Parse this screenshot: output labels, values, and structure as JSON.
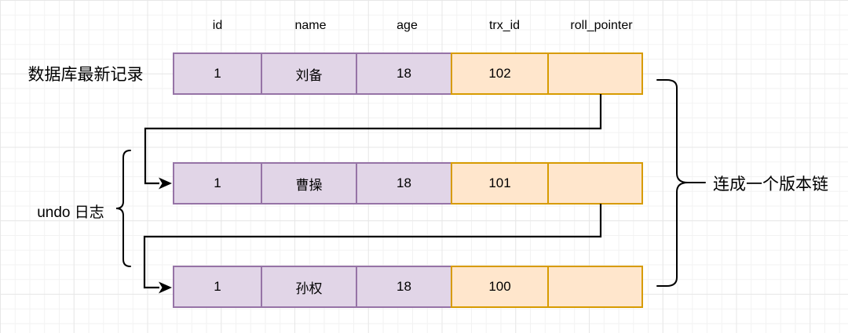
{
  "diagram": {
    "columns": [
      "id",
      "name",
      "age",
      "trx_id",
      "roll_pointer"
    ],
    "rows": [
      {
        "label": "数据库最新记录",
        "cells": [
          "1",
          "刘备",
          "18",
          "102",
          ""
        ]
      },
      {
        "label": "",
        "cells": [
          "1",
          "曹操",
          "18",
          "101",
          ""
        ]
      },
      {
        "label": "",
        "cells": [
          "1",
          "孙权",
          "18",
          "100",
          ""
        ]
      }
    ],
    "left_brace_label": "undo 日志",
    "right_brace_label": "连成一个版本链",
    "colors": {
      "purple_fill": "#E1D5E7",
      "purple_border": "#9673A6",
      "orange_fill": "#FFE6CC",
      "orange_border": "#D79B00",
      "line": "#000000",
      "text": "#000000",
      "grid_minor": "#f2f2f2",
      "grid_major": "#e7e7e7"
    }
  }
}
